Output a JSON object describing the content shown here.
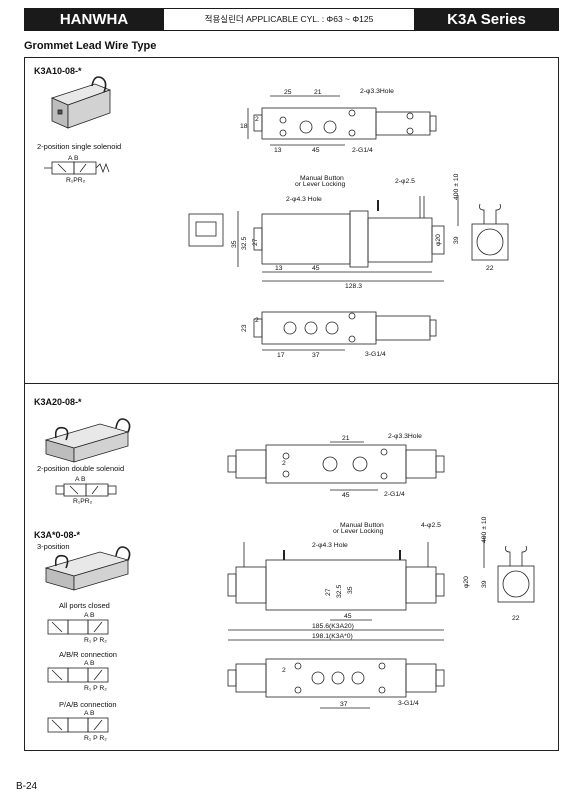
{
  "header": {
    "brand": "HANWHA",
    "cylinder_text": "적용실린더 APPLICABLE CYL. : Φ63 ~ Φ125",
    "series": "K3A Series"
  },
  "section_title": "Grommet Lead Wire Type",
  "blocks": [
    {
      "model": "K3A10-08-*",
      "desc": "2-position single solenoid",
      "ports": {
        "top": "A  B",
        "bottom": "R₁PR₂"
      },
      "views": {
        "top": {
          "d1": "25",
          "d2": "21",
          "hole": "2-φ3.3Hole",
          "h": "18",
          "h2": "2",
          "b1": "13",
          "b2": "45",
          "port": "2-G1/4"
        },
        "front": {
          "manual1": "Manual Button",
          "manual2": "or Lever Locking",
          "hole": "2-φ4.3 Hole",
          "hole2": "2-φ2.5",
          "cable": "400 ± 10",
          "h1": "35",
          "h2": "32.5",
          "h3": "27",
          "dia": "φ20",
          "h4": "39",
          "b1": "13",
          "b2": "45",
          "len": "128.3",
          "side": "22"
        },
        "bottom": {
          "h": "23",
          "h2": "2",
          "b1": "17",
          "b2": "37",
          "port": "3-G1/4"
        }
      }
    },
    {
      "model": "K3A20-08-*",
      "desc": "2-position double solenoid",
      "ports": {
        "top": "A  B",
        "bottom": "R₁PR₂"
      },
      "views": {
        "top": {
          "d1": "21",
          "hole": "2-φ3.3Hole",
          "h2": "2",
          "b2": "45",
          "port": "2-G1/4"
        }
      }
    },
    {
      "model": "K3A*0-08-*",
      "desc": "3-position",
      "variants": [
        "All ports closed",
        "A/B/R connection",
        "P/A/B connection"
      ],
      "ports": {
        "top": "A  B",
        "bottom": "R₁ P R₂"
      },
      "views": {
        "front": {
          "manual1": "Manual Button",
          "manual2": "or Lever Locking",
          "hole": "2-φ4.3 Hole",
          "hole2": "4-φ2.5",
          "cable": "400 ± 10",
          "h1": "27",
          "h2": "32.5",
          "h3": "35",
          "dia": "φ20",
          "h4": "39",
          "b2": "45",
          "len1": "185.6(K3A20)",
          "len2": "198.1(K3A*0)",
          "side": "22"
        },
        "bottom": {
          "h2": "2",
          "b2": "37",
          "port": "3-G1/4"
        }
      }
    }
  ],
  "page_number": "B-24"
}
